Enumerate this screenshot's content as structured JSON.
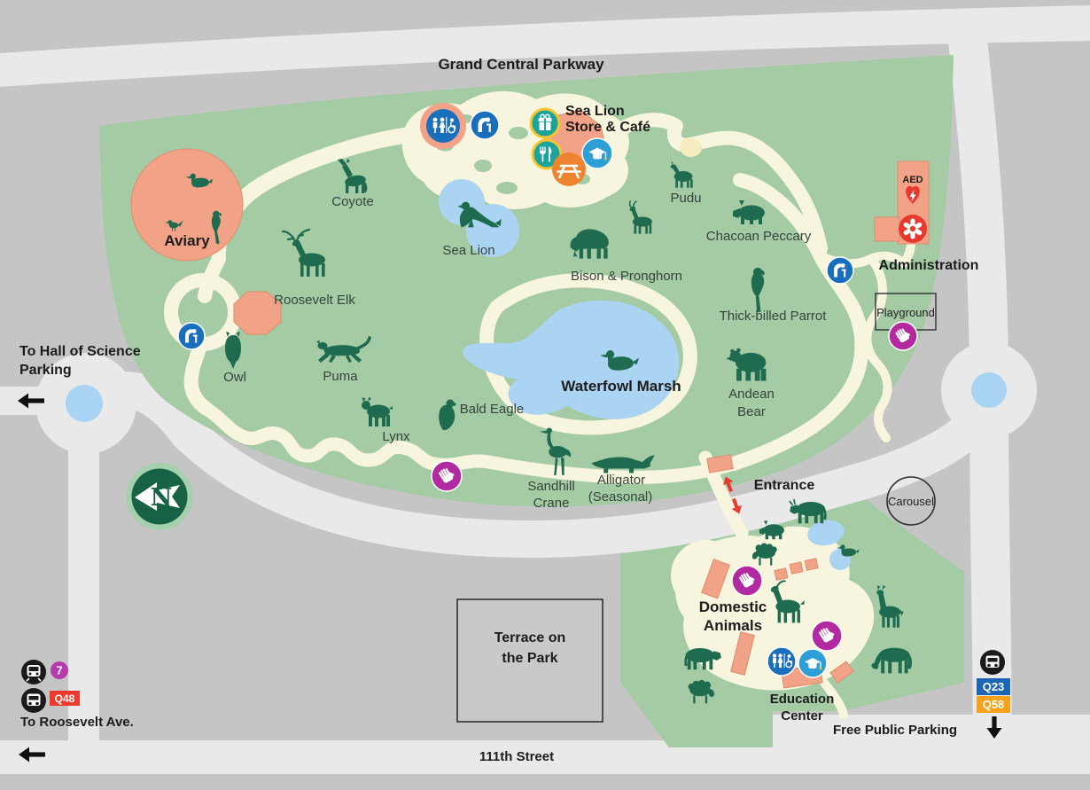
{
  "colors": {
    "background": "#c5c5c5",
    "road": "#e9e9e9",
    "zoo_green": "#a5cba5",
    "silhouette_green": "#1e6b50",
    "path_cream": "#f8f5df",
    "building_salmon": "#f1a287",
    "water_blue": "#aad4f2",
    "icon_blue": "#1a6fbd",
    "icon_teal": "#1ba49c",
    "icon_orange": "#ef8430",
    "icon_light_blue": "#2d9fd6",
    "icon_magenta": "#b32aa0",
    "icon_red": "#e8392e",
    "icon_yellow_ring": "#f7c52e",
    "subway_purple": "#b53bad",
    "bus_q48_red": "#ee3a2e",
    "bus_q23_blue": "#1c66b5",
    "bus_q58_orange": "#f5a11c",
    "compass_green": "#176245"
  },
  "streets": {
    "top": "Grand Central Parkway",
    "bottom": "111th Street"
  },
  "directions": {
    "hall_of_science_line1": "To Hall of Science",
    "hall_of_science_line2": "Parking",
    "roosevelt": "To Roosevelt Ave.",
    "free_parking": "Free Public Parking"
  },
  "transit": {
    "subway_7": "7",
    "q48": "Q48",
    "q23": "Q23",
    "q58": "Q58"
  },
  "compass_letter": "N",
  "facilities": {
    "cafe_line1": "Sea Lion",
    "cafe_line2": "Store & Café",
    "administration": "Administration",
    "aed": "AED",
    "playground": "Playground",
    "entrance": "Entrance",
    "carousel": "Carousel",
    "terrace_line1": "Terrace on",
    "terrace_line2": "the Park",
    "education_line1": "Education",
    "education_line2": "Center",
    "domestic_line1": "Domestic",
    "domestic_line2": "Animals"
  },
  "exhibits": {
    "aviary": "Aviary",
    "coyote": "Coyote",
    "pudu": "Pudu",
    "chacoan_peccary": "Chacoan Peccary",
    "sea_lion": "Sea Lion",
    "bison_pronghorn": "Bison & Pronghorn",
    "roosevelt_elk": "Roosevelt Elk",
    "thick_billed_parrot": "Thick-billed Parrot",
    "owl": "Owl",
    "puma": "Puma",
    "waterfowl_marsh": "Waterfowl Marsh",
    "andean_bear_line1": "Andean",
    "andean_bear_line2": "Bear",
    "bald_eagle": "Bald Eagle",
    "lynx": "Lynx",
    "sandhill_line1": "Sandhill",
    "sandhill_line2": "Crane",
    "alligator_line1": "Alligator",
    "alligator_line2": "(Seasonal)"
  }
}
